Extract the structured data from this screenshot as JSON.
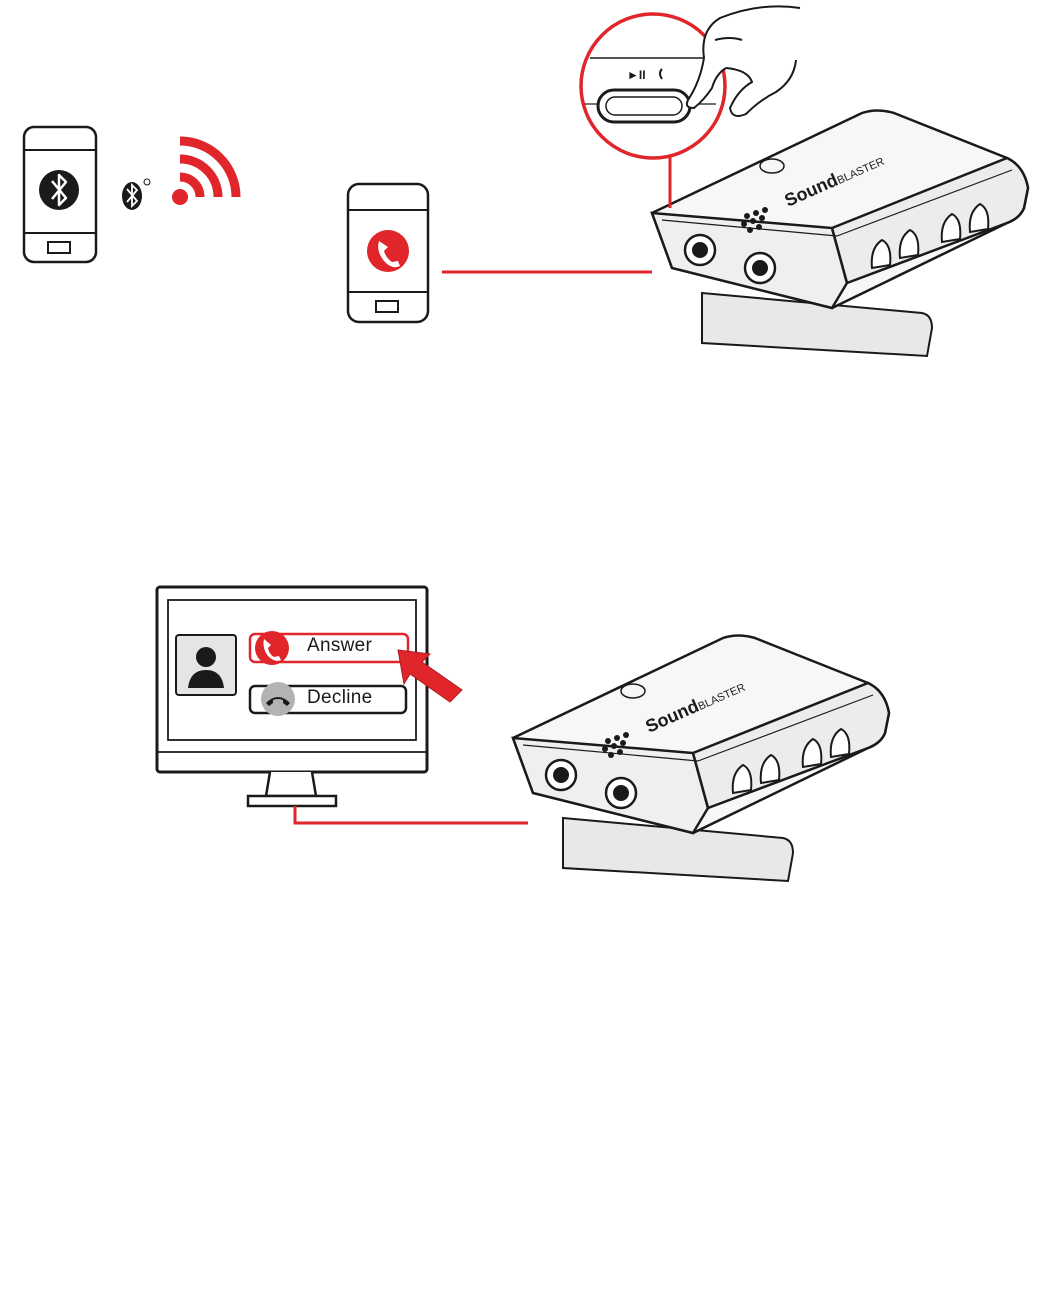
{
  "colors": {
    "accent_red": "#e0262b",
    "outline": "#1a1a1a",
    "device_fill": "#f2f2f2",
    "decline_gray": "#9a9a9a"
  },
  "device": {
    "brand_sound": "Sound",
    "brand_blaster": "BLASTER",
    "play_pause_glyph": "►II"
  },
  "call_dialog": {
    "answer_label": "Answer",
    "decline_label": "Decline"
  },
  "icons": {
    "bluetooth_phone": "bluetooth-icon",
    "wireless": "wireless-signal-icon",
    "incoming_call": "phone-call-icon",
    "contact": "user-icon",
    "decline_call": "phone-hangup-icon",
    "pointer": "arrow-icon",
    "finger": "hand-pointer-icon"
  }
}
